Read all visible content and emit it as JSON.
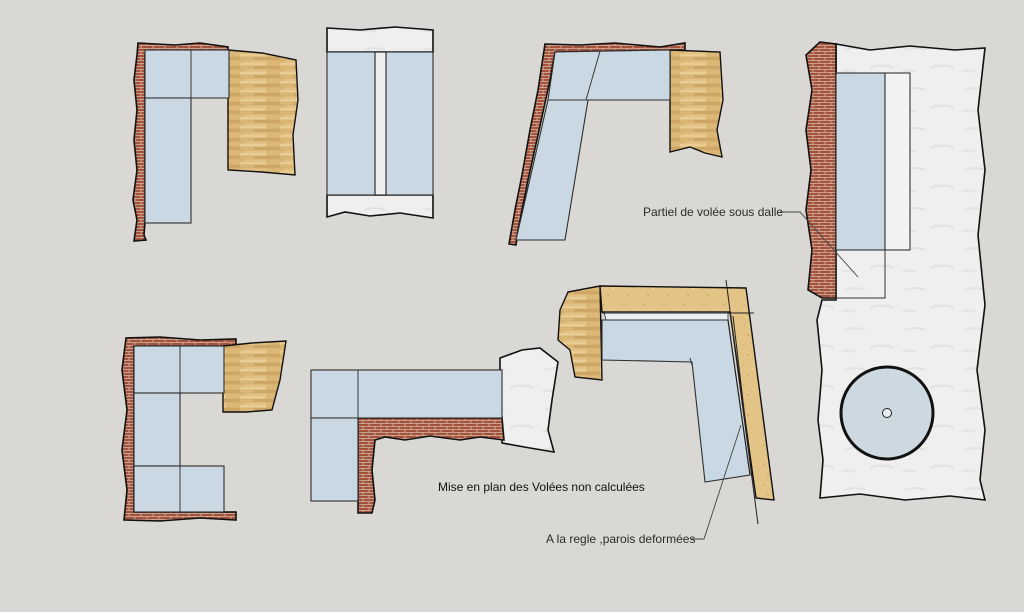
{
  "annotations": {
    "partial_flight_label": "Partiel de volée sous dalle",
    "main_caption": "Mise en plan des Volées non calculées",
    "deformed_walls_label": "A la regle ,parois deformées"
  },
  "materials": {
    "background": "#d9d8d4",
    "step_fill": "#c9d8e2",
    "brick_color": "#a3533b",
    "wood_color": "#dcb877",
    "stone_color": "#efefef"
  }
}
